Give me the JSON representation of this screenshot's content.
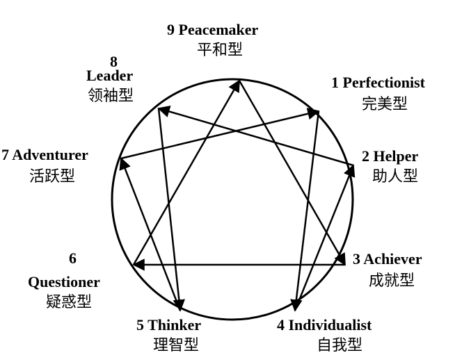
{
  "types": [
    {
      "number": "1",
      "name": "Perfectionist",
      "name_zh": "完美型"
    },
    {
      "number": "2",
      "name": "Helper",
      "name_zh": "助人型"
    },
    {
      "number": "3",
      "name": "Achiever",
      "name_zh": "成就型"
    },
    {
      "number": "4",
      "name": "Individualist",
      "name_zh": "自我型"
    },
    {
      "number": "5",
      "name": "Thinker",
      "name_zh": "理智型"
    },
    {
      "number": "6",
      "name": "Questioner",
      "name_zh": "疑惑型"
    },
    {
      "number": "7",
      "name": "Adventurer",
      "name_zh": "活跃型"
    },
    {
      "number": "8",
      "name": "Leader",
      "name_zh": "领袖型"
    },
    {
      "number": "9",
      "name": "Peacemaker",
      "name_zh": "平和型"
    }
  ],
  "connections": [
    {
      "from": "9",
      "to": "3"
    },
    {
      "from": "3",
      "to": "6"
    },
    {
      "from": "6",
      "to": "9"
    },
    {
      "from": "1",
      "to": "4"
    },
    {
      "from": "4",
      "to": "2"
    },
    {
      "from": "2",
      "to": "8"
    },
    {
      "from": "8",
      "to": "5"
    },
    {
      "from": "5",
      "to": "7"
    },
    {
      "from": "7",
      "to": "1"
    }
  ],
  "colors": {
    "ink": "#000000",
    "background": "#ffffff"
  }
}
